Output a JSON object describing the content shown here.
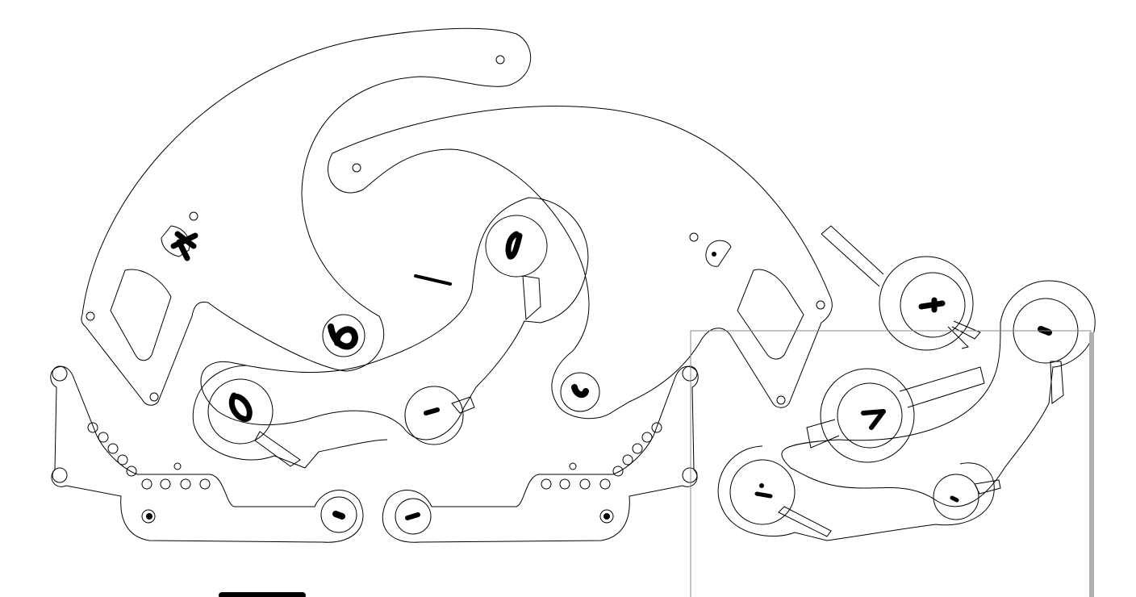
{
  "drawing": {
    "kind": "laser-cut part outlines",
    "stroke_color": "#000000",
    "background_color": "#ffffff",
    "selection_color": "#888888",
    "parts": [
      "arm-large-left",
      "arm-large-center",
      "link-left",
      "link-right",
      "lever-left-lower",
      "lever-right-lower",
      "lever-center-ring-left",
      "lever-center-ring-right",
      "right-cluster-ring-top",
      "right-cluster-ring-mid",
      "right-cluster-ring-right",
      "right-cluster-lever-bottom",
      "bracket-left",
      "bracket-right"
    ]
  }
}
